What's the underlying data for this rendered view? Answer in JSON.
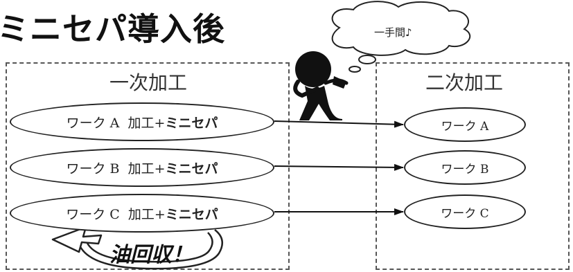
{
  "title": "ミニセパ導入後",
  "thought_bubble": "一手間♪",
  "left_panel": {
    "title": "一次加工",
    "items": [
      {
        "work": "ワーク A",
        "process": "加工+",
        "brand": "ミニセパ"
      },
      {
        "work": "ワーク B",
        "process": "加工+",
        "brand": "ミニセパ"
      },
      {
        "work": "ワーク C",
        "process": "加工+",
        "brand": "ミニセパ"
      }
    ]
  },
  "right_panel": {
    "title": "二次加工",
    "items": [
      "ワーク A",
      "ワーク B",
      "ワーク C"
    ]
  },
  "callout": "油回収！",
  "icons": [
    "person-blowing-icon",
    "thought-bubble-icon",
    "recycle-arrow-icon"
  ]
}
